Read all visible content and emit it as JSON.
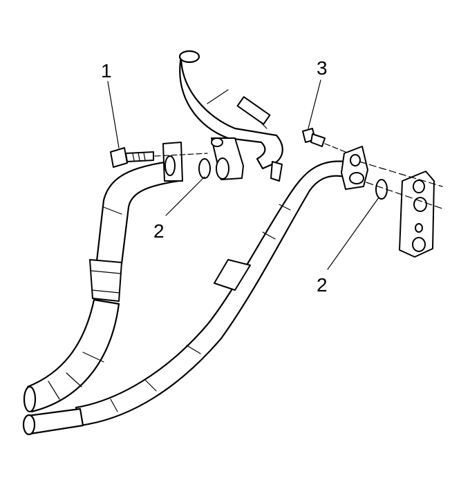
{
  "callouts": [
    {
      "id": "bolt-left",
      "label": "1"
    },
    {
      "id": "seal-left",
      "label": "2"
    },
    {
      "id": "bolt-right",
      "label": "3"
    },
    {
      "id": "seal-right",
      "label": "2"
    }
  ]
}
